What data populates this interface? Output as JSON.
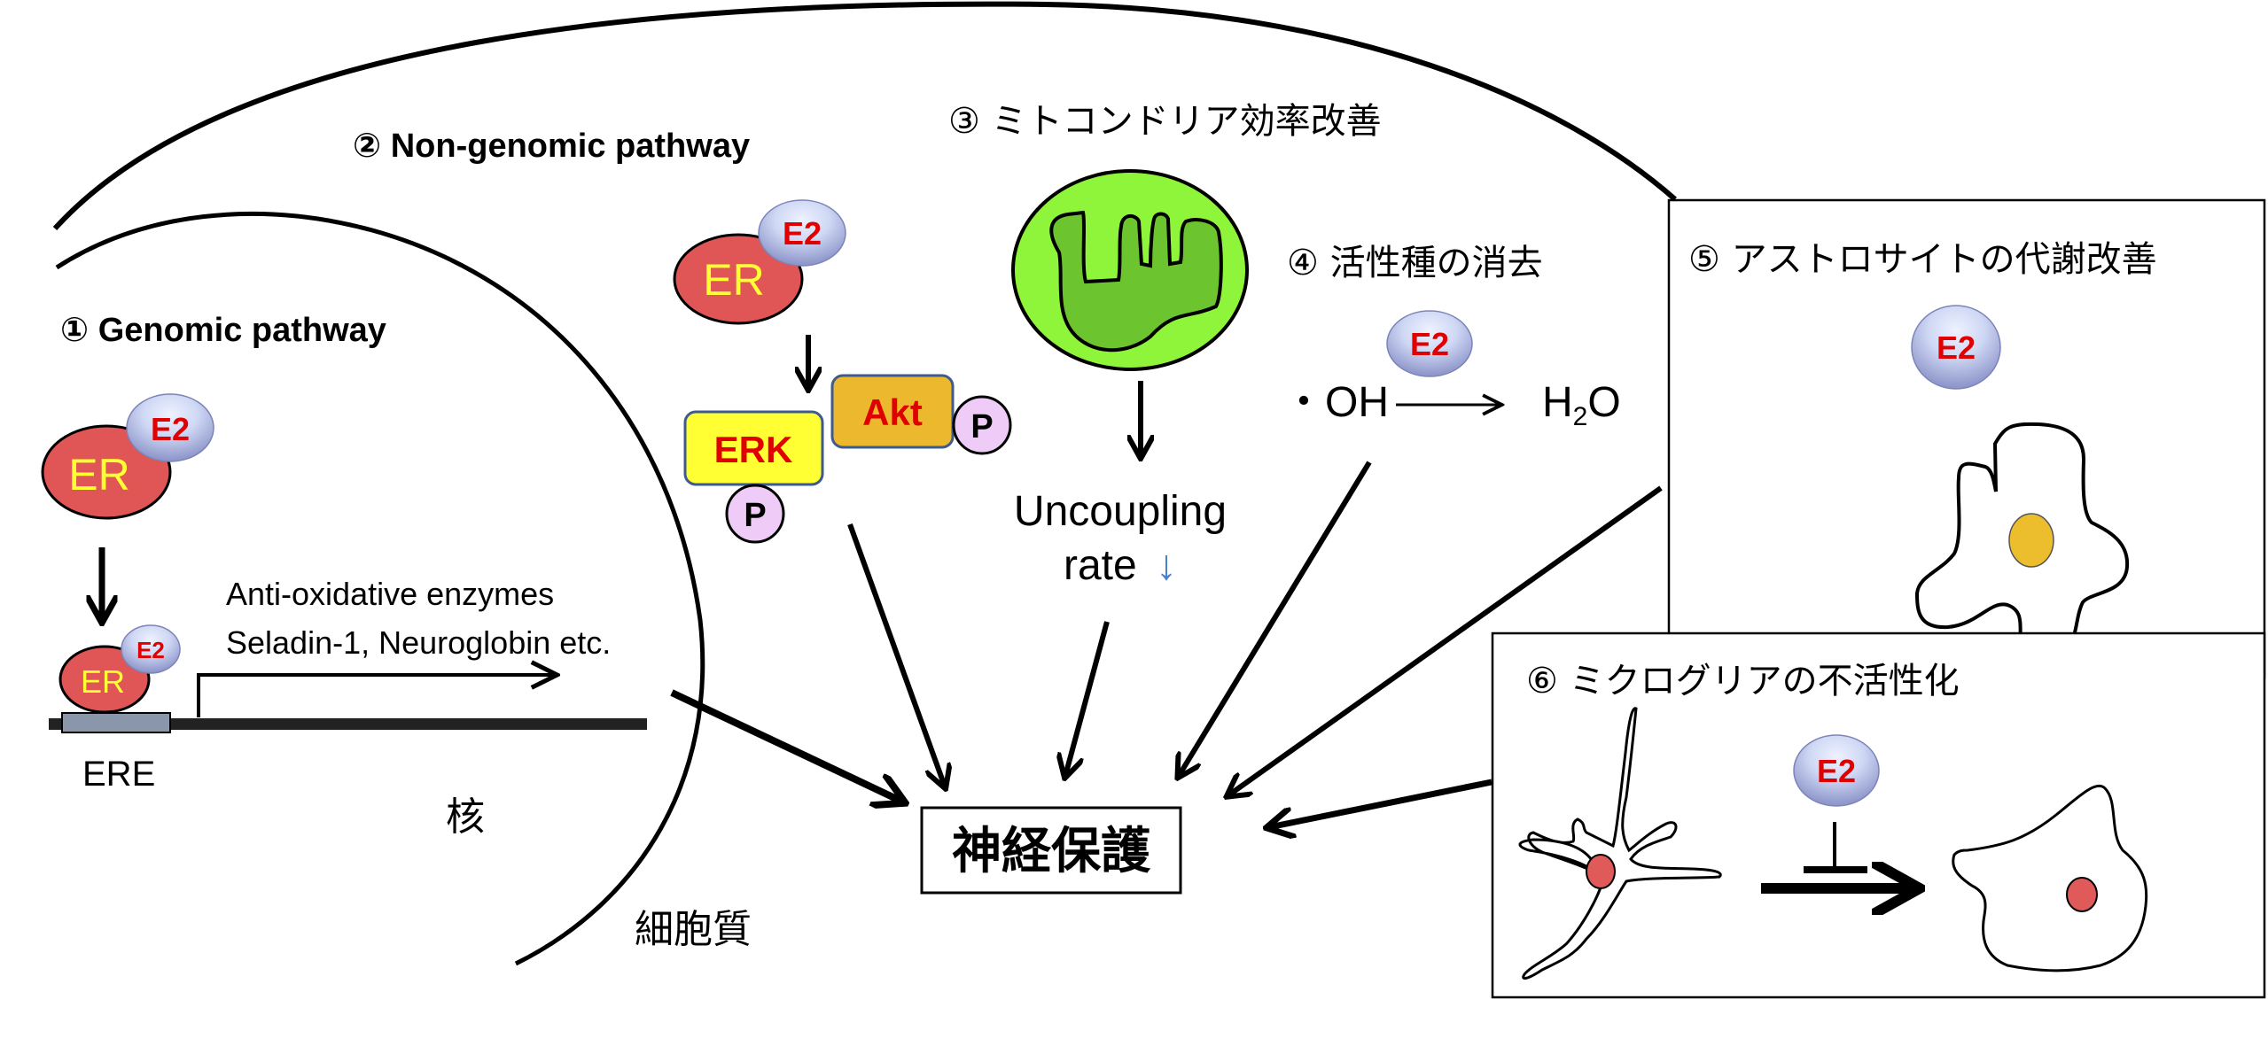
{
  "diagram": {
    "title": "Estrogen (E2) neuroprotective mechanisms",
    "labels": {
      "genomic": "① Genomic pathway",
      "non_genomic": "② Non-genomic pathway",
      "mitochondria": "③ ミトコンドリア効率改善",
      "ros": "④ 活性種の消去",
      "astrocyte": "⑤ アストロサイトの代謝改善",
      "microglia": "⑥ ミクログリアの不活性化",
      "nucleus": "核",
      "cytoplasm": "細胞質",
      "outcome": "神経保護"
    },
    "molecules": {
      "er": "ER",
      "e2": "E2",
      "erk": "ERK",
      "akt": "Akt",
      "phospho": "P",
      "ere": "ERE"
    },
    "genomic_products": {
      "line1": "Anti-oxidative enzymes",
      "line2": "Seladin-1, Neuroglobin etc."
    },
    "mito_effect": {
      "line1": "Uncoupling",
      "line2": "rate",
      "arrow": "↓"
    },
    "ros_reaction": {
      "reactant": "・OH",
      "product_h": "H",
      "product_sub": "2",
      "product_o": "O"
    },
    "colors": {
      "er_fill": "#e05555",
      "er_text": "#ffff33",
      "e2_fill_top": "#dde4f8",
      "e2_fill_bottom": "#8f97cc",
      "e2_text": "#e00000",
      "erk_fill": "#ffff33",
      "akt_fill": "#ecb92e",
      "kinase_text": "#e00000",
      "kinase_border": "#3e5a8e",
      "phospho_fill": "#eeccf7",
      "mito_outer": "#8ef53a",
      "mito_inner": "#6cc42f",
      "astro_nucleus": "#ecbd2d",
      "microglia_nucleus": "#e05a5a",
      "ere_fill": "#8a97ab",
      "arrow_blue": "#4a7fd0"
    }
  }
}
